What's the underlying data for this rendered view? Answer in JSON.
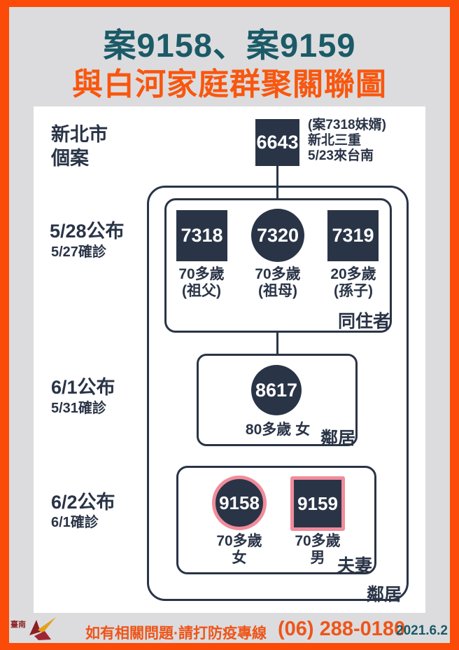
{
  "title": {
    "line1": "案9158、案9159",
    "line2": "與白河家庭群聚關聯圖"
  },
  "colors": {
    "frame_orange": "#FC4A08",
    "heading_orange": "#F8570F",
    "heading_teal": "#1B5A67",
    "node_navy": "#2A3447",
    "highlight_pink": "#F08C9B",
    "background_gray": "#DCDCDE",
    "footer_orange": "#EE5519"
  },
  "source": {
    "region_line1": "新北市",
    "region_line2": "個案",
    "case_id": "6643",
    "shape": "square",
    "note_line1": "(案7318妹婿)",
    "note_line2": "新北三重",
    "note_line3": "5/23來台南"
  },
  "sections": [
    {
      "announce_date": "5/28公布",
      "confirm_date": "5/27確診",
      "group_label": "同住者",
      "cases": [
        {
          "id": "7318",
          "shape": "square",
          "age": "70多歲",
          "relation": "(祖父)"
        },
        {
          "id": "7320",
          "shape": "circle",
          "age": "70多歲",
          "relation": "(祖母)"
        },
        {
          "id": "7319",
          "shape": "square",
          "age": "20多歲",
          "relation": "(孫子)"
        }
      ]
    },
    {
      "announce_date": "6/1公布",
      "confirm_date": "5/31確診",
      "group_label": "鄰居",
      "cases": [
        {
          "id": "8617",
          "shape": "circle",
          "age": "80多歲 女"
        }
      ]
    },
    {
      "announce_date": "6/2公布",
      "confirm_date": "6/1確診",
      "group_label": "夫妻",
      "outer_group_label": "鄰居",
      "cases": [
        {
          "id": "9158",
          "shape": "circle",
          "highlighted": true,
          "age": "70多歲",
          "sex": "女"
        },
        {
          "id": "9159",
          "shape": "square",
          "highlighted": true,
          "age": "70多歲",
          "sex": "男"
        }
      ]
    }
  ],
  "footer": {
    "question_text": "如有相關問題·請打防疫專線",
    "phone": "(06) 288-0180",
    "date": "2021.6.2",
    "logo_text": "臺南"
  }
}
